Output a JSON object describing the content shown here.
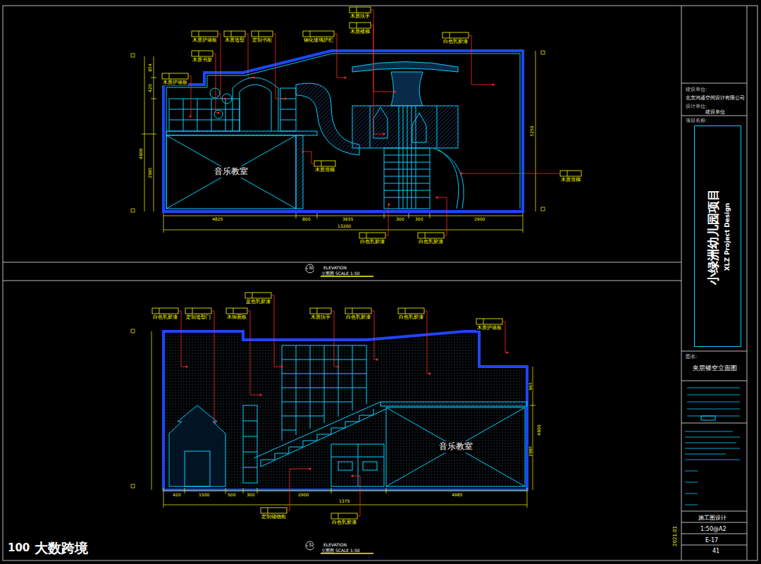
{
  "diagram": {
    "nodes": [
      {
        "text": [
          "音乐教室"
        ]
      },
      {
        "text": [
          "音乐教室"
        ]
      },
      {
        "text": [
          "小绿洲幼儿园项目",
          "XLZ Project Design"
        ]
      },
      {
        "text": [
          "夹层镂空立面图"
        ]
      }
    ],
    "labels": [
      "木质护墙板",
      "木质造型",
      "定制书柜",
      "木质书架",
      "木质护墙板",
      "钢化玻璃护栏",
      "木质扶手",
      "木质楼梯",
      "白色乳胶漆",
      "木质滑梯",
      "木质滑梯",
      "白色乳胶漆",
      "白色乳胶漆",
      "白色乳胶漆",
      "定制造型门",
      "木饰面板",
      "蓝色乳胶漆",
      "木质扶手",
      "白色乳胶漆",
      "白色乳胶漆",
      "木质护墙板",
      "定制储物柜",
      "白色乳胶漆",
      "4825",
      "800",
      "3655",
      "300",
      "300",
      "2900",
      "13200",
      "4800",
      "2985",
      "854",
      "420",
      "5250",
      "420",
      "1500",
      "500",
      "300",
      "2900",
      "1375",
      "4985",
      "4800",
      "965",
      "2985",
      "30",
      "ELEVATION",
      "立面图 SCALE 1:50",
      "32",
      "ELEVATION",
      "立面图 SCALE 1:50",
      "建设单位:",
      "北京鸿通空间设计有限公司",
      "设计单位:",
      "建设单位",
      "项目名称:",
      "图名:",
      "施工图设计",
      "1:50@A2",
      "E-17",
      "41",
      "2021.01",
      "大数跨境",
      "100"
    ]
  }
}
